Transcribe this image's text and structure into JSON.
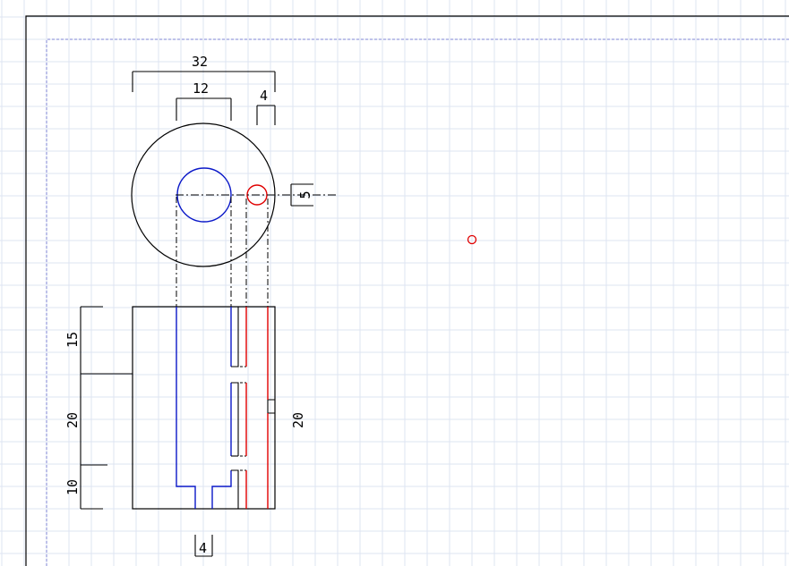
{
  "colors": {
    "background": "#ffffff",
    "grid": "#dde4f2",
    "paper_border": "#000000",
    "print_margin": "#7f86d6",
    "outline": "#000000",
    "bore": "#0a18c8",
    "hole": "#e00000",
    "center_line": "#000000"
  },
  "dimensions": {
    "overall_width": "32",
    "bore_diameter": "12",
    "hole_diameter": "4",
    "hole_offset": "5",
    "height_top": "15",
    "height_middle": "20",
    "height_bottom": "10",
    "side_height": "20",
    "bottom_width": "4"
  }
}
